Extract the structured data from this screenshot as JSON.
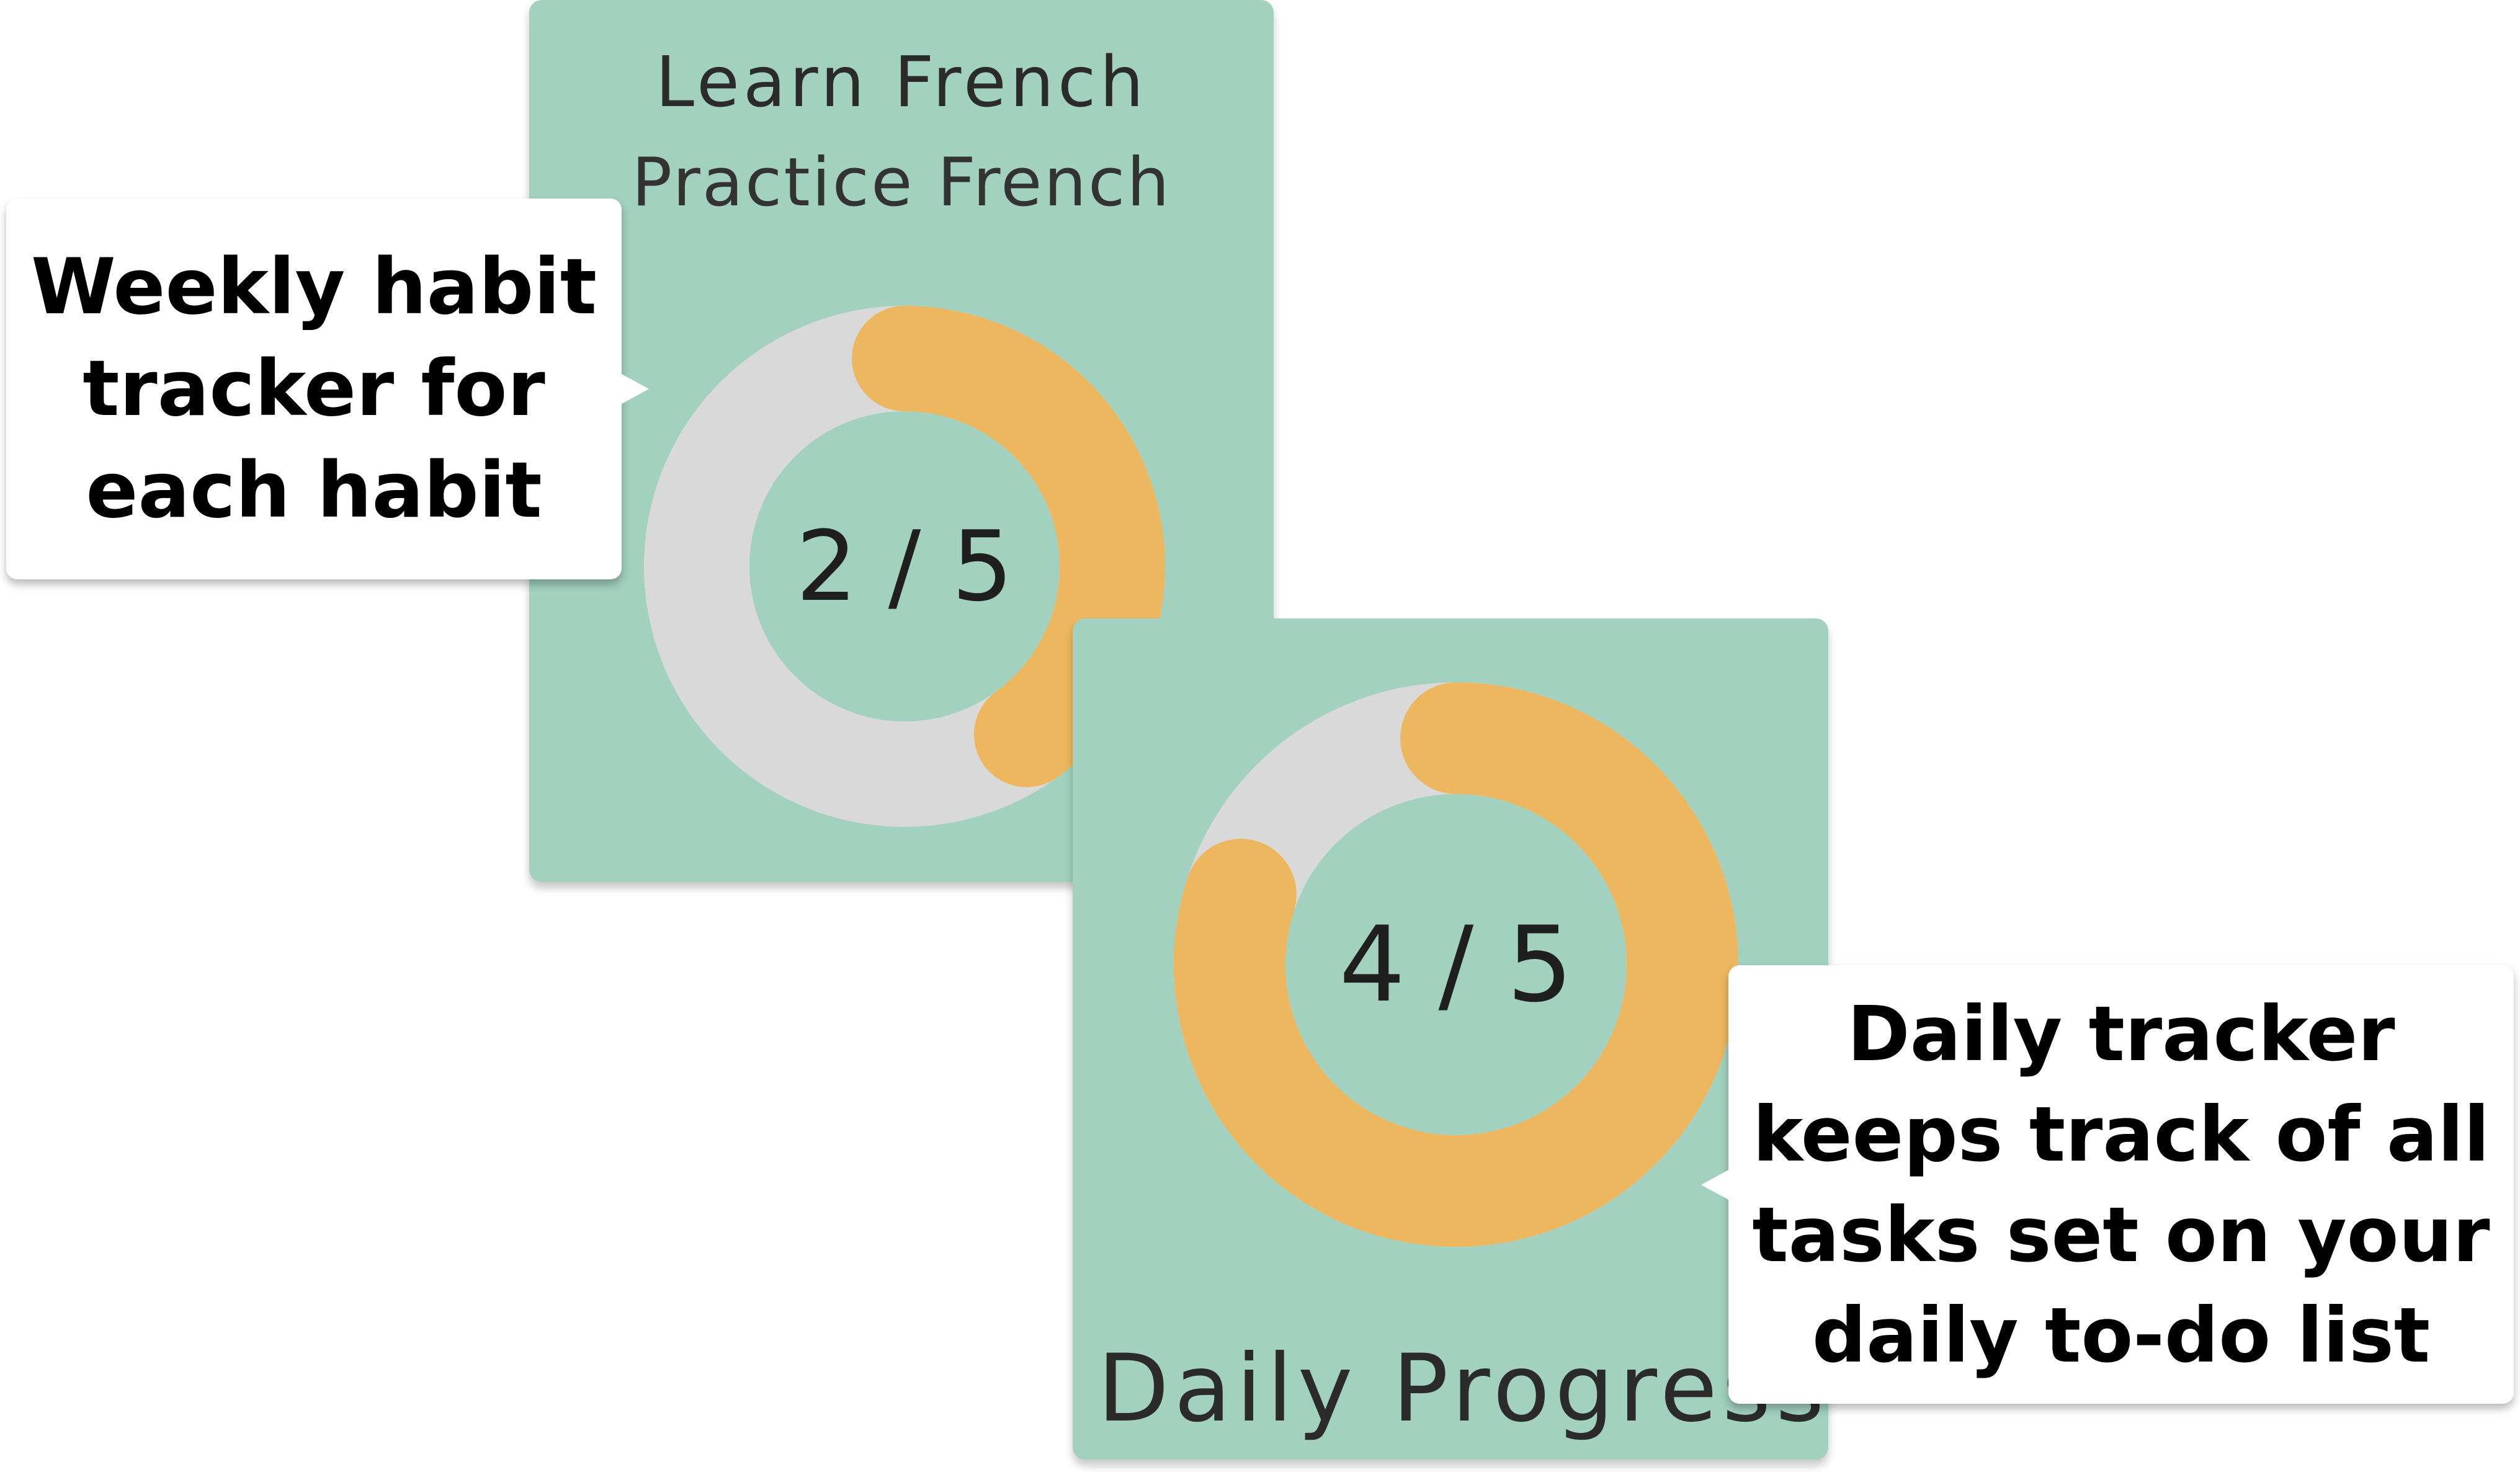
{
  "colors": {
    "card_bg": "#a2d1bf",
    "ring_track": "#d9d9d9",
    "ring_fill": "#edb75f",
    "text_dark": "#2b2b2b"
  },
  "weekly_tracker": {
    "title": "Learn French",
    "subtitle": "Practice French",
    "count_label": "2 / 5",
    "completed": 2,
    "total": 5
  },
  "daily_tracker": {
    "title": "Daily Progress",
    "count_label": "4 / 5",
    "completed": 4,
    "total": 5
  },
  "callouts": {
    "weekly": "Weekly habit tracker for each habit",
    "daily": "Daily tracker keeps track of all tasks set on your daily to-do list"
  }
}
